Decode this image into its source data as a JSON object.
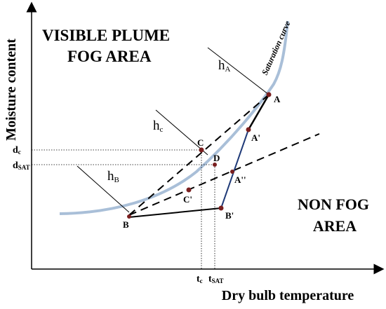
{
  "axes": {
    "ylabel": "Moisture content",
    "xlabel": "Dry bulb temperature"
  },
  "regions": {
    "fog_line1": "VISIBLE PLUME",
    "fog_line2": "FOG AREA",
    "nonfog_line1": "NON FOG",
    "nonfog_line2": "AREA"
  },
  "curve_label": "Saturation curve",
  "enthalpy_labels": {
    "hA": {
      "main": "h",
      "sub": "A"
    },
    "hC": {
      "main": "h",
      "sub": "c"
    },
    "hB": {
      "main": "h",
      "sub": "B"
    }
  },
  "axis_ticks": {
    "dc": {
      "main": "d",
      "sub": "c"
    },
    "dsat": {
      "main": "d",
      "sub": "SAT"
    },
    "tc": {
      "main": "t",
      "sub": "c"
    },
    "tsat": {
      "main": "t",
      "sub": "SAT"
    }
  },
  "points": {
    "A": "A",
    "A1": "A'",
    "A2": "A''",
    "B": "B",
    "B1": "B'",
    "C": "C",
    "C1": "C'",
    "D": "D"
  },
  "colors": {
    "curve": "#a9bfd8",
    "point": "#7a1f1f",
    "mix_line": "#1f3a78",
    "ink": "#000000"
  }
}
